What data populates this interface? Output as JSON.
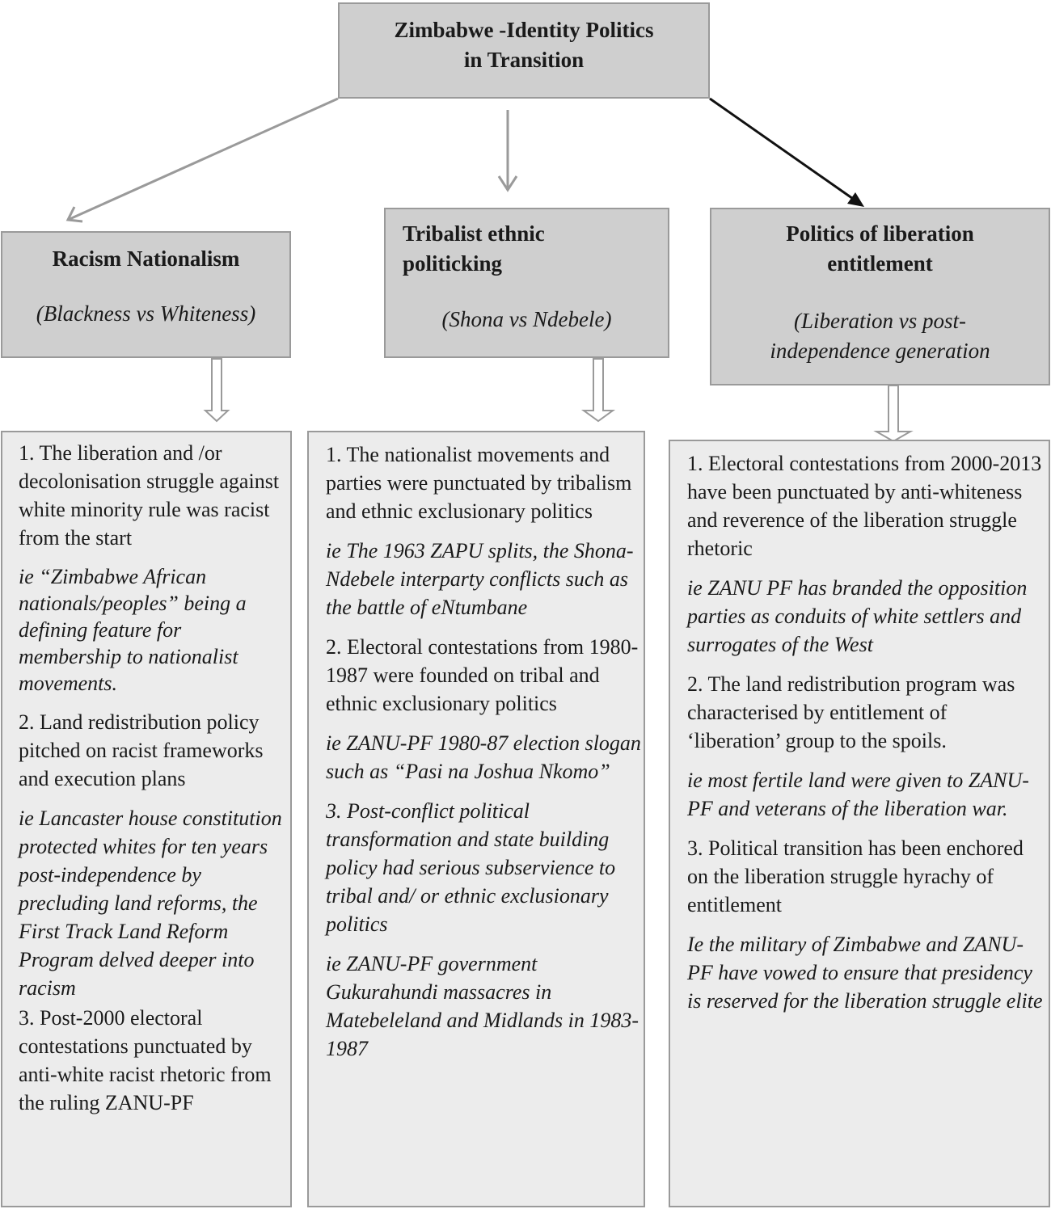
{
  "title": {
    "line1": "Zimbabwe -Identity Politics",
    "line2": "in Transition"
  },
  "columns": [
    {
      "heading": "Racism Nationalism",
      "subtitle": "(Blackness vs Whiteness)",
      "items": [
        {
          "text": "1. The liberation and /or decolonisation struggle against white minority rule was racist from the start",
          "style": "normal"
        },
        {
          "text": "ie “Zimbabwe African nationals/peoples” being a defining feature for membership to nationalist movements.",
          "style": "italic"
        },
        {
          "text": "2. Land redistribution policy pitched on racist frameworks and execution plans",
          "style": "normal"
        },
        {
          "text": "ie Lancaster house constitution protected whites for ten years post-independence by precluding land reforms, the First Track Land Reform Program delved deeper into racism",
          "style": "italic"
        },
        {
          "text": "3. Post-2000 electoral contestations punctuated by anti-white racist rhetoric from the ruling ZANU-PF",
          "style": "normal"
        }
      ]
    },
    {
      "heading_line1": "Tribalist ethnic",
      "heading_line2": "politicking",
      "subtitle": "(Shona vs Ndebele)",
      "items": [
        {
          "text": "1. The nationalist movements and parties were punctuated by tribalism and ethnic exclusionary politics",
          "style": "normal"
        },
        {
          "text": "ie The 1963 ZAPU splits, the Shona-Ndebele interparty conflicts such as the battle of eNtumbane",
          "style": "italic"
        },
        {
          "text": "2. Electoral contestations from 1980-1987 were founded on tribal and ethnic exclusionary politics",
          "style": "normal"
        },
        {
          "text": "ie ZANU-PF 1980-87 election slogan such as “Pasi na Joshua Nkomo”",
          "style": "italic"
        },
        {
          "text": "3. Post-conflict political transformation and state building policy had serious subservience to tribal and/ or ethnic exclusionary politics",
          "style": "italic"
        },
        {
          "text": "ie ZANU-PF government Gukurahundi massacres in Matebeleland and Midlands in 1983-1987",
          "style": "italic"
        }
      ]
    },
    {
      "heading_line1": "Politics of liberation",
      "heading_line2": "entitlement",
      "subtitle_line1": "(Liberation vs post-",
      "subtitle_line2": "independence generation",
      "items": [
        {
          "text": "1. Electoral contestations from 2000-2013 have been punctuated by anti-whiteness and reverence of the liberation struggle rhetoric",
          "style": "normal"
        },
        {
          "text": "ie ZANU PF has branded the opposition parties as conduits of white settlers and surrogates of the West",
          "style": "italic"
        },
        {
          "text": "2. The land redistribution program was characterised by entitlement of ‘liberation’ group to the spoils.",
          "style": "normal"
        },
        {
          "text": "ie most fertile land were given to ZANU-PF and veterans of the liberation war.",
          "style": "italic"
        },
        {
          "text": "3. Political transition has been enchored on the liberation struggle hyrachy of entitlement",
          "style": "normal"
        },
        {
          "text": "Ie the military of Zimbabwe and ZANU-PF have vowed to ensure that presidency is reserved for the liberation struggle elite",
          "style": "italic"
        }
      ]
    }
  ]
}
